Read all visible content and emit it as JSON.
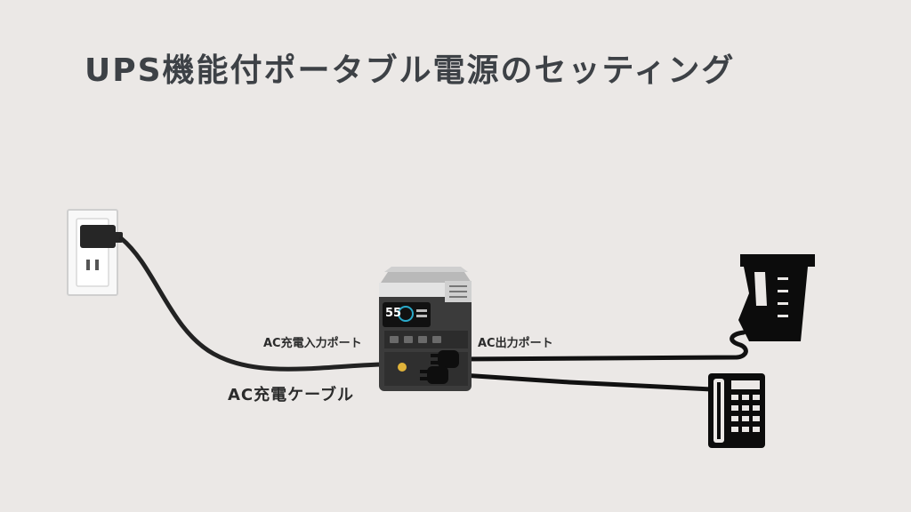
{
  "title": "UPS機能付ポータブル電源のセッティング",
  "labels": {
    "ac_input_port": "AC充電入力ポート",
    "ac_output_port": "AC出力ポート",
    "ac_charge_cable": "AC充電ケーブル"
  },
  "power_station": {
    "display_value": "55"
  },
  "icons": [
    "wall-outlet-icon",
    "plug-icon",
    "power-station-icon",
    "fax-machine-icon",
    "telephone-icon"
  ],
  "colors": {
    "background": "#ebe8e6",
    "title": "#3d4146",
    "cable": "#222222"
  }
}
